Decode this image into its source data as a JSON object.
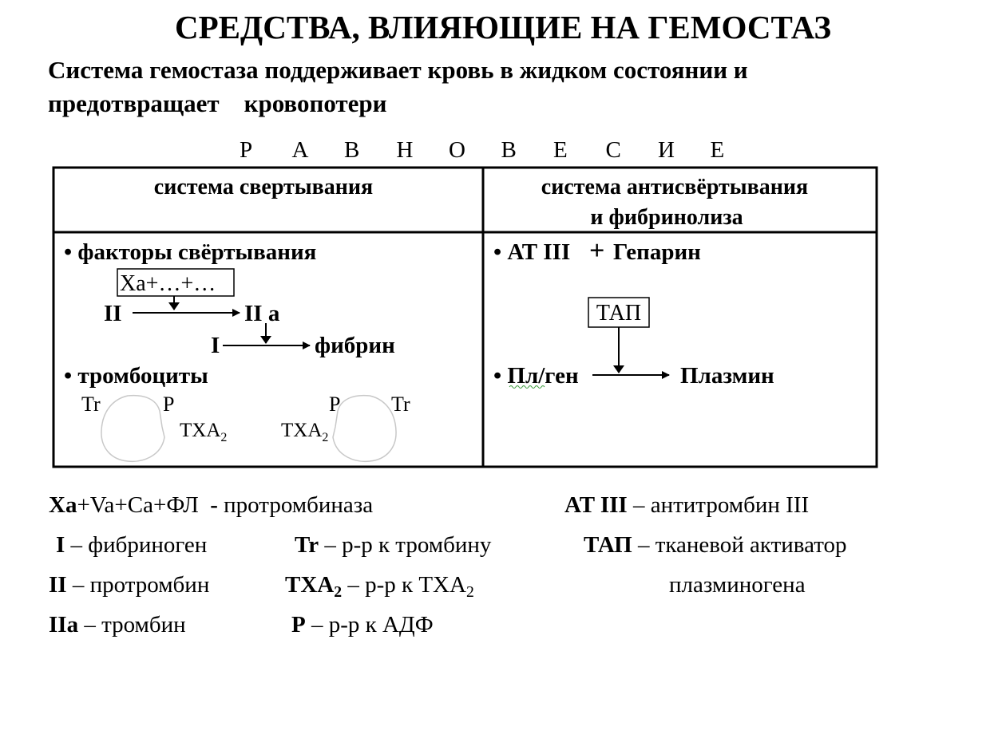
{
  "page": {
    "title": "СРЕДСТВА, ВЛИЯЮЩИЕ НА ГЕМОСТАЗ",
    "subtitle_line1": "Система гемостаза поддерживает кровь в жидком состоянии и",
    "subtitle_line2": "предотвращает    кровопотери"
  },
  "equilibrium_letters": [
    "Р",
    "А",
    "В",
    "Н",
    "О",
    "В",
    "Е",
    "С",
    "И",
    "Е"
  ],
  "table": {
    "left_header": "система свертывания",
    "right_header_line1": "система антисвёртывания",
    "right_header_line2": "и фибринолиза",
    "coag_factors": "• факторы свёртывания",
    "xa_box": "Xa+…+…",
    "factor_II": "II",
    "factor_IIa": "II а",
    "factor_I": "I",
    "fibrin": "фибрин",
    "platelets": "• тромбоциты",
    "tr": "Tr",
    "p": "P",
    "txa": "TXA",
    "sub2": "2",
    "at_heparin": "• АТ III",
    "plus": "+",
    "heparin": "Гепарин",
    "tap_box": "ТАП",
    "plgen": "• Пл/ген",
    "plasmin": "Плазмин"
  },
  "legend": {
    "xa_bold": "Xa",
    "xa_rest": "+Va+Ca+ФЛ  ",
    "xa_dash": "-",
    "xa_def": " протромбиназа",
    "at_bold": "AT III",
    "at_def": " – антитромбин III",
    "i_bold": "I",
    "i_def": " – фибриноген",
    "tr_bold": "Tr",
    "tr_def": " – р-р к тромбину",
    "tap_bold": "ТАП",
    "tap_def": " – тканевой активатор",
    "ii_bold": "II",
    "ii_def": " – протромбин",
    "txa_bold": "TXA",
    "txa_sub": "2",
    "txa_def": " – р-р к TXA",
    "txa_def_sub": "2",
    "plasminogen": "плазминогена",
    "iia_bold": "IIa",
    "iia_def": " – тромбин",
    "p_bold": "P",
    "p_def": " – р-р к АДФ"
  }
}
